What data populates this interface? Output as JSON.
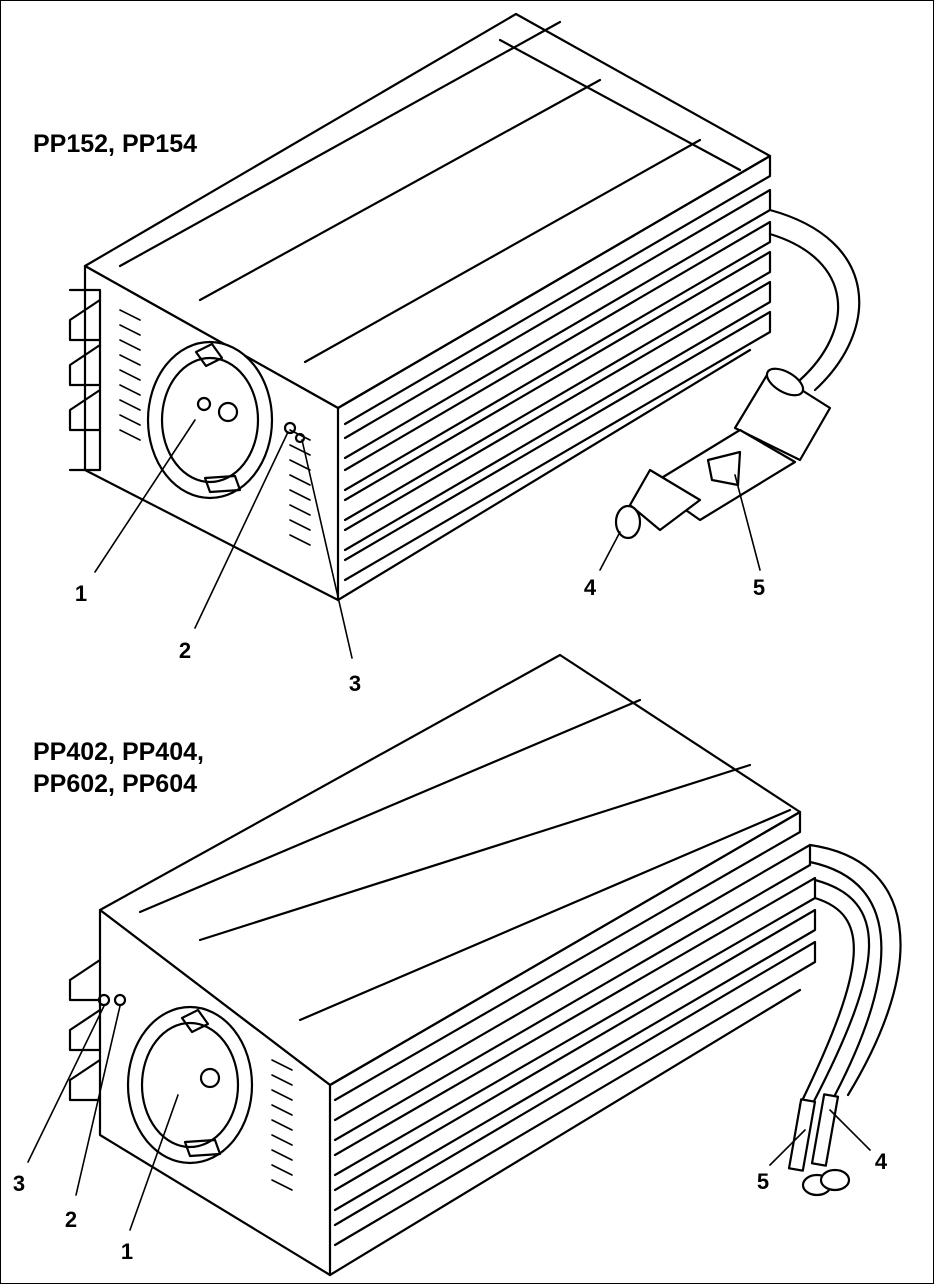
{
  "models": {
    "top": {
      "title": "PP152, PP154"
    },
    "bottom": {
      "title_line1": "PP402, PP404,",
      "title_line2": "PP602, PP604"
    }
  },
  "callouts_top": [
    "1",
    "2",
    "3",
    "4",
    "5"
  ],
  "callouts_bottom": [
    "1",
    "2",
    "3",
    "4",
    "5"
  ]
}
